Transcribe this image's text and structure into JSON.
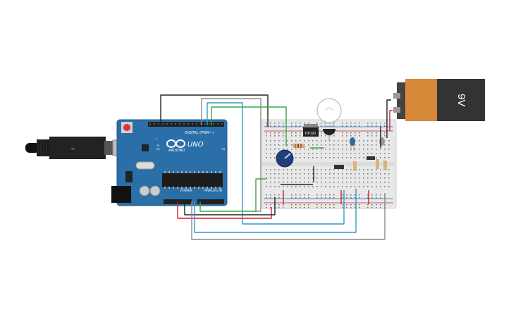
{
  "arduino": {
    "logo_text": "ARDUINO",
    "model_text": "UNO",
    "digital_label": "DIGITAL (PWM~)",
    "power_label": "POWER",
    "analog_label": "ANALOG IN",
    "tx_label": "TX",
    "rx_label": "RX",
    "on_label": "ON",
    "l_label": "L"
  },
  "transistor": {
    "label": "TIP120"
  },
  "battery": {
    "label": "9V"
  },
  "colors": {
    "arduino_board": "#2a6fa8",
    "breadboard": "#e8e8e8",
    "wire_black": "#222222",
    "wire_green": "#39a845",
    "wire_red": "#d02020",
    "wire_blue": "#2d9ad0",
    "wire_gray": "#8a8a8a",
    "battery_body": "#d68a3a",
    "battery_cap": "#333333"
  }
}
